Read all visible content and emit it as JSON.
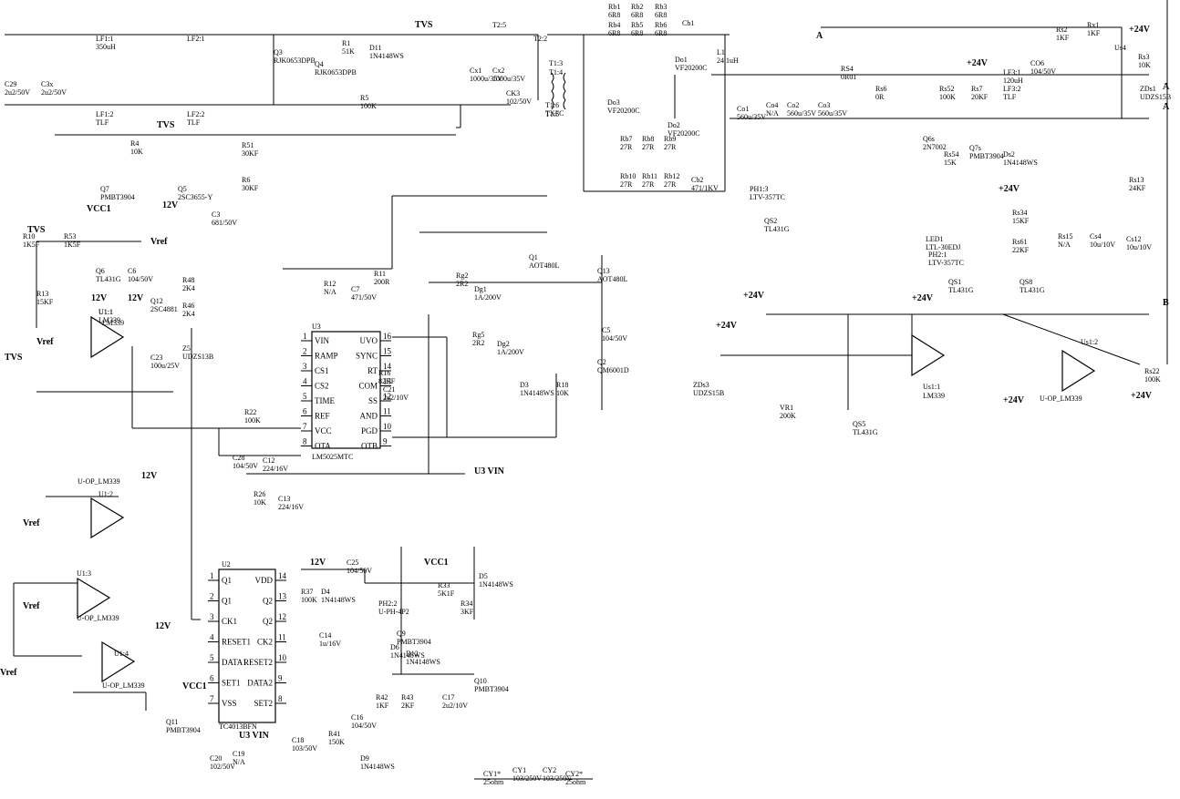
{
  "nets": [
    "TVS",
    "12V",
    "+24V",
    "VCC1",
    "Vref",
    "A",
    "B",
    "U3 VIN"
  ],
  "components": [
    {
      "ref": "LF1:1",
      "value": "350uH"
    },
    {
      "ref": "LF1:2",
      "value": "TLF"
    },
    {
      "ref": "LF2:1",
      "value": ""
    },
    {
      "ref": "LF2:2",
      "value": "TLF"
    },
    {
      "ref": "C29",
      "value": "2u2/50V"
    },
    {
      "ref": "C3x",
      "value": "2u2/50V"
    },
    {
      "ref": "Q3",
      "value": "RJK0653DPB"
    },
    {
      "ref": "Q4",
      "value": "RJK0653DPB"
    },
    {
      "ref": "R1",
      "value": "51K"
    },
    {
      "ref": "D11",
      "value": "1N4148WS"
    },
    {
      "ref": "R5",
      "value": "100K"
    },
    {
      "ref": "Cx1",
      "value": "1000u/35V"
    },
    {
      "ref": "Cx2",
      "value": "1000u/35V"
    },
    {
      "ref": "CK3",
      "value": "102/50V"
    },
    {
      "ref": "T2:5",
      "value": ""
    },
    {
      "ref": "T2:2",
      "value": ""
    },
    {
      "ref": "T1:3",
      "value": ""
    },
    {
      "ref": "T1:4",
      "value": ""
    },
    {
      "ref": "T1:6",
      "value": "TXFC"
    },
    {
      "ref": "T1:5",
      "value": ""
    },
    {
      "ref": "Rb1",
      "value": "6R8"
    },
    {
      "ref": "Rb2",
      "value": "6R8"
    },
    {
      "ref": "Rb3",
      "value": "6R8"
    },
    {
      "ref": "Cb1",
      "value": ""
    },
    {
      "ref": "Rb4",
      "value": "6R8"
    },
    {
      "ref": "Rb5",
      "value": "6R8"
    },
    {
      "ref": "Rb6",
      "value": "6R8"
    },
    {
      "ref": "Do1",
      "value": "VF20200C"
    },
    {
      "ref": "Do2",
      "value": "VF20200C"
    },
    {
      "ref": "Do3",
      "value": "VF20200C"
    },
    {
      "ref": "L1",
      "value": "24.1uH"
    },
    {
      "ref": "Co1",
      "value": "560u/35V"
    },
    {
      "ref": "Co4",
      "value": "N/A"
    },
    {
      "ref": "Co2",
      "value": "560u/35V"
    },
    {
      "ref": "Co3",
      "value": "560u/35V"
    },
    {
      "ref": "Rb7",
      "value": "27R"
    },
    {
      "ref": "Rb8",
      "value": "27R"
    },
    {
      "ref": "Rb9",
      "value": "27R"
    },
    {
      "ref": "Rb10",
      "value": "27R"
    },
    {
      "ref": "Rb11",
      "value": "27R"
    },
    {
      "ref": "Rb12",
      "value": "27R"
    },
    {
      "ref": "Cb2",
      "value": "471/1KV"
    },
    {
      "ref": "RS4",
      "value": "0R01"
    },
    {
      "ref": "Rs6",
      "value": "0R"
    },
    {
      "ref": "Rs52",
      "value": "100K"
    },
    {
      "ref": "Rs7",
      "value": "20KF"
    },
    {
      "ref": "LF3:1",
      "value": "120uH"
    },
    {
      "ref": "LF3:2",
      "value": "TLF"
    },
    {
      "ref": "CO6",
      "value": "104/50V"
    },
    {
      "ref": "Us4",
      "value": ""
    },
    {
      "ref": "Rs2",
      "value": "1KF"
    },
    {
      "ref": "Rx1",
      "value": "1KF"
    },
    {
      "ref": "Rs3",
      "value": "10K"
    },
    {
      "ref": "ZDs1",
      "value": "UDZS15B"
    },
    {
      "ref": "Q6s",
      "value": "2N7002"
    },
    {
      "ref": "Q7s",
      "value": "PMBT3904"
    },
    {
      "ref": "Ds2",
      "value": "1N4148WS"
    },
    {
      "ref": "Rs13",
      "value": "24KF"
    },
    {
      "ref": "Rs54",
      "value": "15K"
    },
    {
      "ref": "QS2",
      "value": "TL431G"
    },
    {
      "ref": "PH1:3",
      "value": "LTV-357TC"
    },
    {
      "ref": "LED1",
      "value": "LTL-30EDJ"
    },
    {
      "ref": "PH2:1",
      "value": "LTV-357TC"
    },
    {
      "ref": "Rs34",
      "value": "15KF"
    },
    {
      "ref": "Rs61",
      "value": "22KF"
    },
    {
      "ref": "QS1",
      "value": "TL431G"
    },
    {
      "ref": "QS8",
      "value": "TL431G"
    },
    {
      "ref": "Rs15",
      "value": "N/A"
    },
    {
      "ref": "Cs4",
      "value": "10u/10V"
    },
    {
      "ref": "Cs12",
      "value": "10u/10V"
    },
    {
      "ref": "R4",
      "value": "10K"
    },
    {
      "ref": "Q5",
      "value": "2SC3655-Y"
    },
    {
      "ref": "Q7",
      "value": "PMBT3904"
    },
    {
      "ref": "R51",
      "value": "30KF"
    },
    {
      "ref": "R6",
      "value": "30KF"
    },
    {
      "ref": "C3",
      "value": "681/50V"
    },
    {
      "ref": "R10",
      "value": "1K5F"
    },
    {
      "ref": "R53",
      "value": "1K5F"
    },
    {
      "ref": "Q6",
      "value": "TL431G"
    },
    {
      "ref": "R13",
      "value": "15KF"
    },
    {
      "ref": "C6",
      "value": "104/50V"
    },
    {
      "ref": "U1:1",
      "value": "LM339"
    },
    {
      "ref": "Q12",
      "value": "2SC4881"
    },
    {
      "ref": "R48",
      "value": "2K4"
    },
    {
      "ref": "R46",
      "value": "2K4"
    },
    {
      "ref": "C23",
      "value": "100u/25V"
    },
    {
      "ref": "Z5",
      "value": "UDZS13B"
    },
    {
      "ref": "U3",
      "value": "LM5025MTC"
    },
    {
      "ref": "R11",
      "value": "200R"
    },
    {
      "ref": "R12",
      "value": "N/A"
    },
    {
      "ref": "C7",
      "value": "471/50V"
    },
    {
      "ref": "R16",
      "value": "82KF"
    },
    {
      "ref": "C21",
      "value": "2u2/10V"
    },
    {
      "ref": "R22",
      "value": "100K"
    },
    {
      "ref": "C28",
      "value": "104/50V"
    },
    {
      "ref": "C12",
      "value": "224/16V"
    },
    {
      "ref": "R26",
      "value": "10K"
    },
    {
      "ref": "C13",
      "value": "224/16V"
    },
    {
      "ref": "Q1",
      "value": "AOT480L"
    },
    {
      "ref": "Q13",
      "value": "AOT480L"
    },
    {
      "ref": "Q2",
      "value": "QM6001D"
    },
    {
      "ref": "Rg2",
      "value": "2R2"
    },
    {
      "ref": "Dg1",
      "value": "1A/200V"
    },
    {
      "ref": "Rg5",
      "value": "2R2"
    },
    {
      "ref": "Dg2",
      "value": "1A/200V"
    },
    {
      "ref": "C5",
      "value": "104/50V"
    },
    {
      "ref": "D3",
      "value": "1N4148WS"
    },
    {
      "ref": "R18",
      "value": "10K"
    },
    {
      "ref": "U2",
      "value": "TC4013BFN"
    },
    {
      "ref": "R37",
      "value": "100K"
    },
    {
      "ref": "D4",
      "value": "1N4148WS"
    },
    {
      "ref": "C25",
      "value": "104/50V"
    },
    {
      "ref": "C14",
      "value": "1u/16V"
    },
    {
      "ref": "C16",
      "value": "104/50V"
    },
    {
      "ref": "R41",
      "value": "150K"
    },
    {
      "ref": "D9",
      "value": "1N4148WS"
    },
    {
      "ref": "C18",
      "value": "103/50V"
    },
    {
      "ref": "C20",
      "value": "102/50V"
    },
    {
      "ref": "C19",
      "value": "N/A"
    },
    {
      "ref": "Q11",
      "value": "PMBT3904"
    },
    {
      "ref": "Q9",
      "value": "PMBT3904"
    },
    {
      "ref": "Q10",
      "value": "PMBT3904"
    },
    {
      "ref": "PH2:2",
      "value": "U-PH-4P2"
    },
    {
      "ref": "R33",
      "value": "5K1F"
    },
    {
      "ref": "R34",
      "value": "3KF"
    },
    {
      "ref": "D5",
      "value": "1N4148WS"
    },
    {
      "ref": "D6",
      "value": "1N4148WS"
    },
    {
      "ref": "D12",
      "value": "1N4148WS"
    },
    {
      "ref": "R42",
      "value": "1KF"
    },
    {
      "ref": "R43",
      "value": "2KF"
    },
    {
      "ref": "C17",
      "value": "2u2/10V"
    },
    {
      "ref": "Us1:1",
      "value": "LM339"
    },
    {
      "ref": "Us1:2",
      "value": "U-OP_LM339"
    },
    {
      "ref": "Rs22",
      "value": "100K"
    },
    {
      "ref": "VR1",
      "value": "200K"
    },
    {
      "ref": "QS5",
      "value": "TL431G"
    },
    {
      "ref": "ZDs3",
      "value": "UDZS15B"
    },
    {
      "ref": "CY1",
      "value": "103/250V"
    },
    {
      "ref": "CY2",
      "value": "103/250V"
    },
    {
      "ref": "CY1*",
      "value": "25ohm"
    },
    {
      "ref": "CY2*",
      "value": "25ohm"
    }
  ],
  "ics": {
    "u3": {
      "title": "U3",
      "part": "LM5025MTC",
      "left": [
        {
          "n": "1",
          "l": "VIN"
        },
        {
          "n": "2",
          "l": "RAMP"
        },
        {
          "n": "3",
          "l": "CS1"
        },
        {
          "n": "4",
          "l": "CS2"
        },
        {
          "n": "5",
          "l": "TIME"
        },
        {
          "n": "6",
          "l": "REF"
        },
        {
          "n": "7",
          "l": "VCC"
        },
        {
          "n": "8",
          "l": "OTA"
        }
      ],
      "right": [
        {
          "n": "16",
          "l": "UVO"
        },
        {
          "n": "15",
          "l": "SYNC"
        },
        {
          "n": "14",
          "l": "RT"
        },
        {
          "n": "13",
          "l": "COM"
        },
        {
          "n": "12",
          "l": "SS"
        },
        {
          "n": "11",
          "l": "AND"
        },
        {
          "n": "10",
          "l": "PGD"
        },
        {
          "n": "9",
          "l": "OTB"
        }
      ]
    },
    "u2": {
      "title": "U2",
      "part": "TC4013BFN",
      "left": [
        {
          "n": "1",
          "l": "Q1"
        },
        {
          "n": "2",
          "l": "Q1"
        },
        {
          "n": "3",
          "l": "CK1"
        },
        {
          "n": "4",
          "l": "RESET1"
        },
        {
          "n": "5",
          "l": "DATA1"
        },
        {
          "n": "6",
          "l": "SET1"
        },
        {
          "n": "7",
          "l": "VSS"
        }
      ],
      "right": [
        {
          "n": "14",
          "l": "VDD"
        },
        {
          "n": "13",
          "l": "Q2"
        },
        {
          "n": "12",
          "l": "Q2"
        },
        {
          "n": "11",
          "l": "CK2"
        },
        {
          "n": "10",
          "l": "RESET2"
        },
        {
          "n": "9",
          "l": "DATA2"
        },
        {
          "n": "8",
          "l": "SET2"
        }
      ]
    }
  },
  "opamps": [
    {
      "ref": "U1:1",
      "part": "LM339"
    },
    {
      "ref": "U1:2",
      "part": "U-OP_LM339"
    },
    {
      "ref": "U1:3",
      "part": "U-OP_LM339"
    },
    {
      "ref": "U1:4",
      "part": "U-OP_LM339"
    },
    {
      "ref": "Us1:1",
      "part": "LM339"
    },
    {
      "ref": "Us1:2",
      "part": "U-OP_LM339"
    }
  ],
  "section_letters": [
    "A",
    "B"
  ]
}
